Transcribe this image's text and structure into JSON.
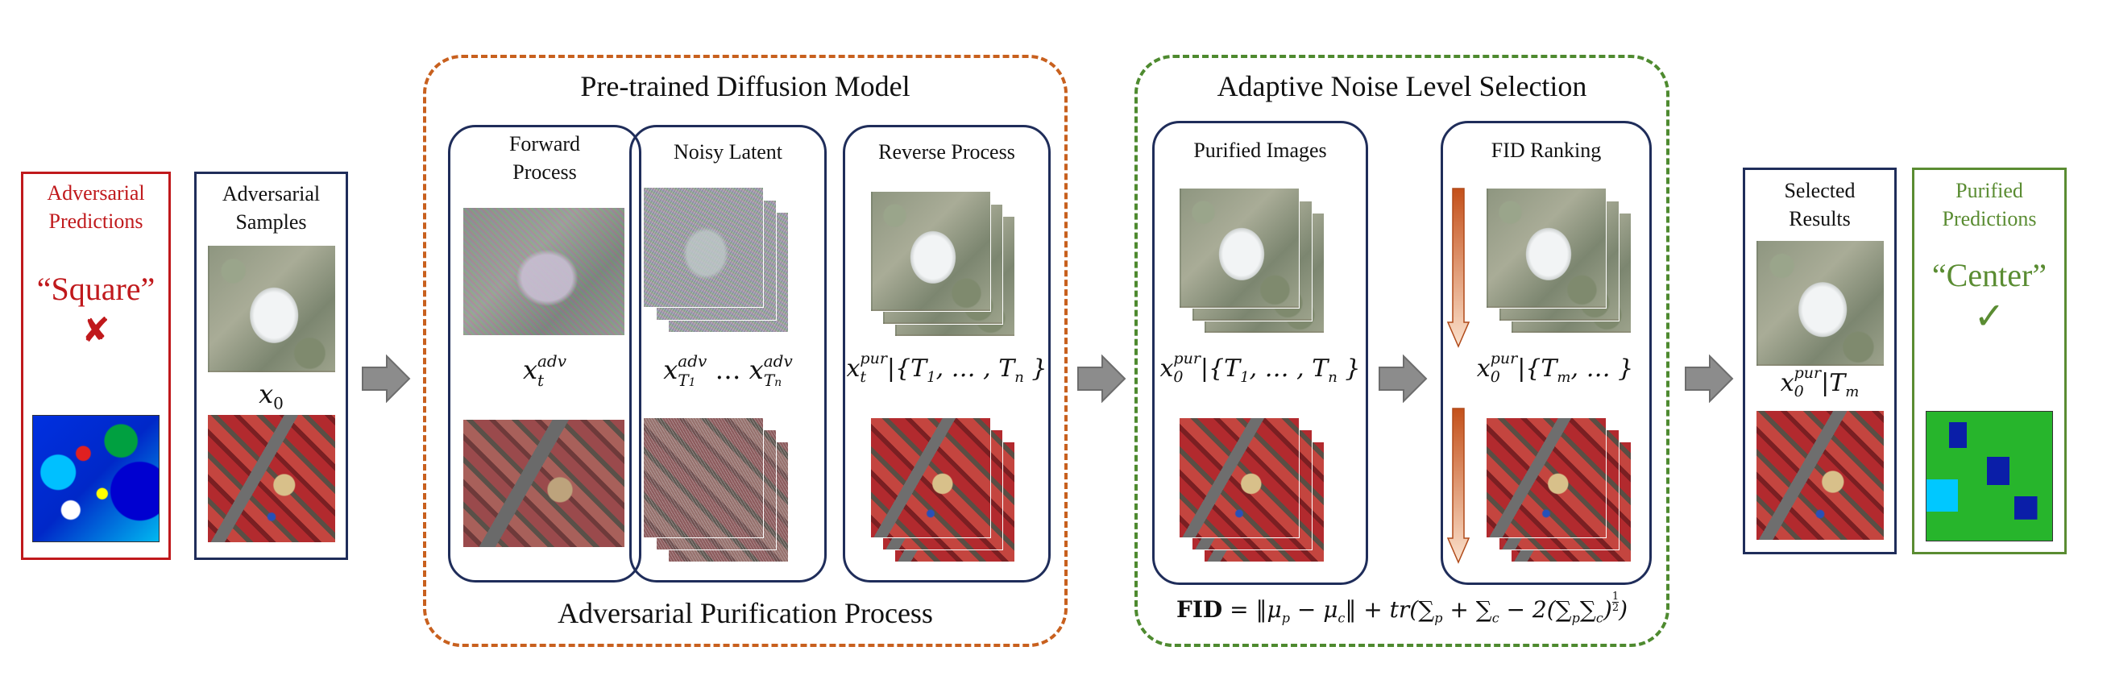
{
  "adversarial_predictions": {
    "title_line1": "Adversarial",
    "title_line2": "Predictions",
    "label": "“Square”",
    "mark": "✘",
    "color": "#c0191c"
  },
  "adversarial_samples": {
    "title_line1": "Adversarial",
    "title_line2": "Samples",
    "var": "x",
    "sub": "0"
  },
  "diffusion": {
    "title": "Pre-trained Diffusion Model",
    "footer": "Adversarial Purification Process",
    "border_color": "#c8601e",
    "forward": {
      "title_line1": "Forward",
      "title_line2": "Process",
      "var": "x",
      "sub": "t",
      "sup": "adv"
    },
    "noisy": {
      "title": "Noisy Latent",
      "var": "x",
      "sup": "adv",
      "sub1": "T",
      "subsub1": "1",
      "ellipsis": "…",
      "subsub2": "n"
    },
    "reverse": {
      "title": "Reverse Process",
      "var": "x",
      "sub": "t",
      "sup": "pur",
      "set": "|{T",
      "set_sub1": "1",
      "set_mid": ", … , T",
      "set_sub2": "n",
      "set_end": " }"
    }
  },
  "adaptive": {
    "title": "Adaptive Noise Level Selection",
    "border_color": "#4e8a2f",
    "purified": {
      "title": "Purified Images",
      "var": "x",
      "sub": "0",
      "sup": "pur",
      "set": "|{T",
      "set_sub1": "1",
      "set_mid": ", … , T",
      "set_sub2": "n",
      "set_end": " }"
    },
    "fid": {
      "title": "FID Ranking",
      "var": "x",
      "sub": "0",
      "sup": "pur",
      "set": "|{T",
      "set_sub1": "m",
      "set_end": ", … }"
    },
    "formula": {
      "bold": "FID",
      "rest": " = ‖μ",
      "p": "p",
      "m1": " − μ",
      "c": "c",
      "m2": "‖ + tr(∑",
      "p2": "p",
      "m3": " + ∑",
      "c2": "c",
      "m4": " − 2(∑",
      "p3": "p",
      "m5": "∑",
      "c3": "c",
      "m6": ")",
      "exp_num": "1",
      "exp_den": "2",
      "m7": ")"
    }
  },
  "selected": {
    "title_line1": "Selected",
    "title_line2": "Results",
    "var": "x",
    "sub": "0",
    "sup": "pur",
    "set": "|T",
    "set_sub": "m"
  },
  "purified_predictions": {
    "title_line1": "Purified",
    "title_line2": "Predictions",
    "label": "“Center”",
    "mark": "✓",
    "color": "#5a8c32"
  },
  "colors": {
    "navy": "#1f2d5a",
    "arrow_gray": "#8c8c8c"
  }
}
